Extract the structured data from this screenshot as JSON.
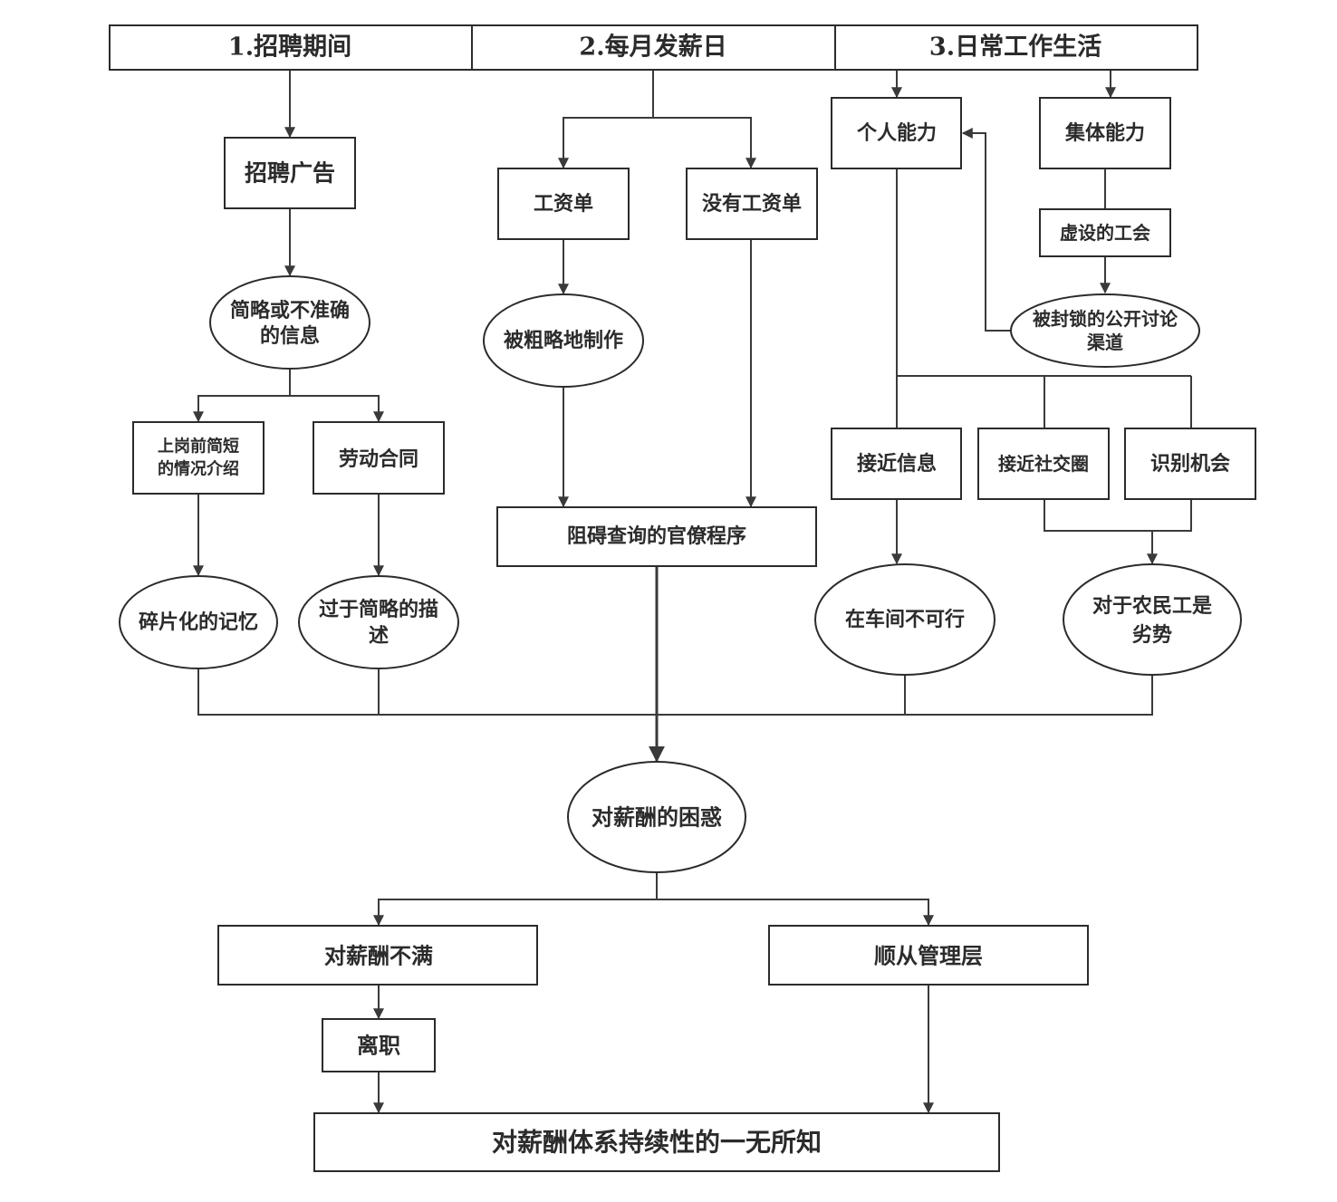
{
  "diagram": {
    "colors": {
      "stroke": "#2b2b2b",
      "text": "#2b2b2b",
      "background": "#ffffff"
    },
    "headers": {
      "recruitment": "1.招聘期间",
      "payday": "2.每月发薪日",
      "daily_life": "3.日常工作生活"
    },
    "recruitment": {
      "ad": "招聘广告",
      "brief_info": [
        "简略或不准确",
        "的信息"
      ],
      "pre_intro": [
        "上岗前简短",
        "的情况介绍"
      ],
      "contract": "劳动合同",
      "fragmented_memory": "碎片化的记忆",
      "too_brief": [
        "过于简略的描",
        "述"
      ]
    },
    "payday": {
      "payslip": "工资单",
      "no_payslip": "没有工资单",
      "rough": "被粗略地制作",
      "bureaucracy": "阻碍查询的官僚程序"
    },
    "daily_life": {
      "individual": "个人能力",
      "collective": "集体能力",
      "fake_union": "虚设的工会",
      "blocked_channels": [
        "被封锁的公开讨论",
        "渠道"
      ],
      "info_access": "接近信息",
      "social_access": "接近社交圈",
      "opportunity": "识别机会",
      "not_feasible": "在车间不可行",
      "disadvantage": [
        "对于农民工是",
        "劣势"
      ]
    },
    "outcomes": {
      "confusion": "对薪酬的困惑",
      "dissatisfaction": "对薪酬不满",
      "compliance": "顺从管理层",
      "resignation": "离职",
      "ignorance": "对薪酬体系持续性的一无所知"
    }
  }
}
